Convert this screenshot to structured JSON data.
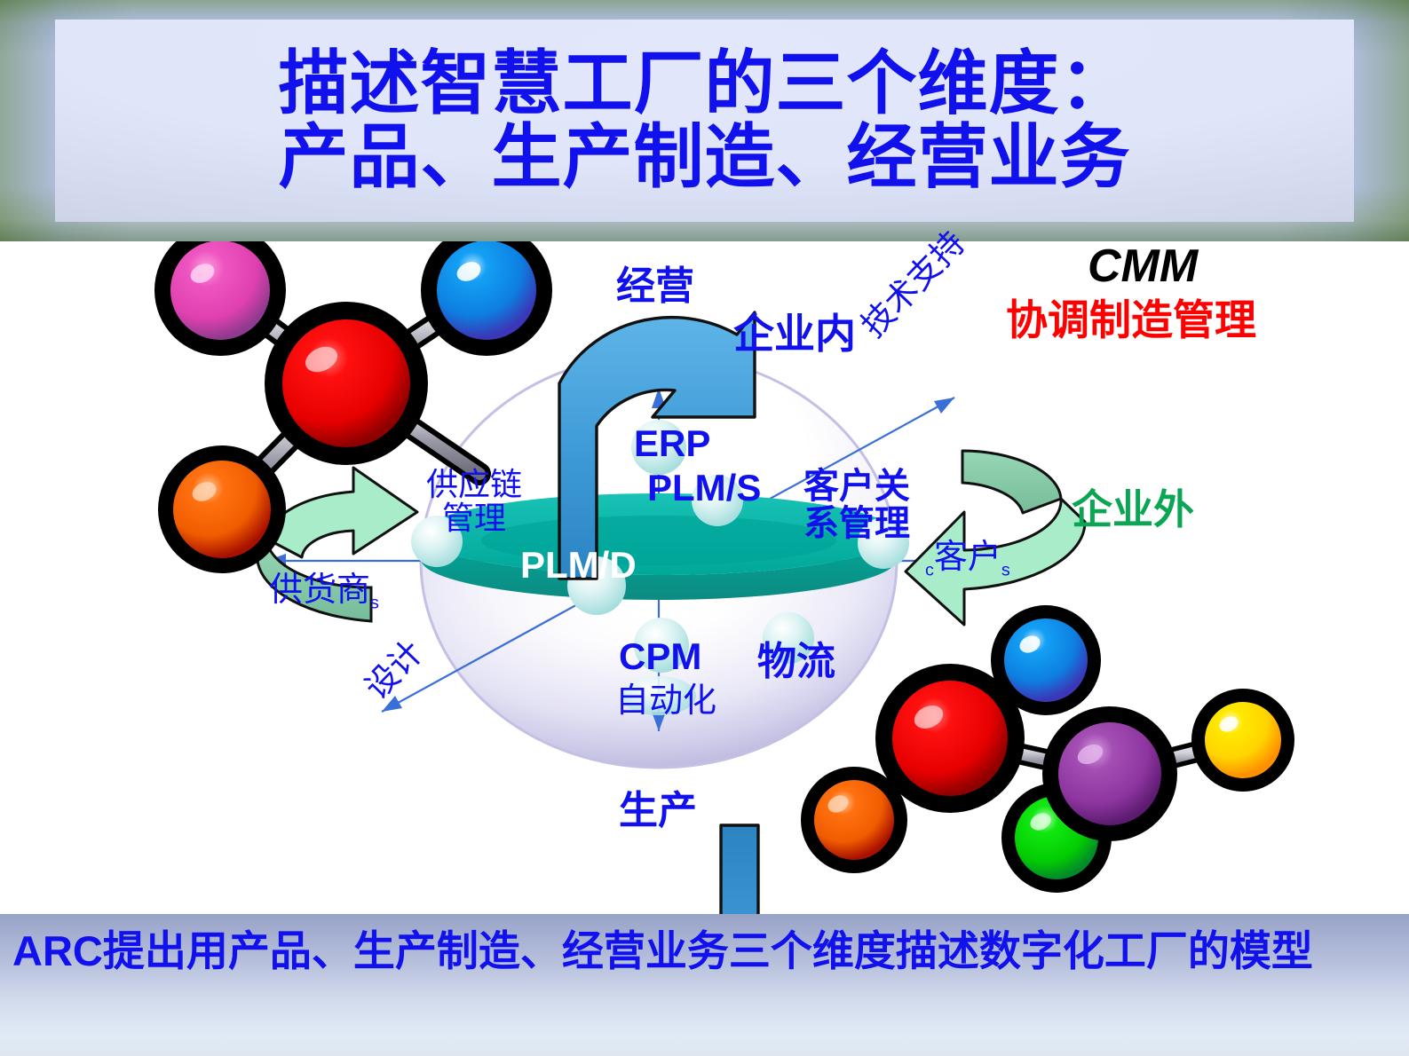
{
  "title": {
    "line1": "描述智慧工厂的三个维度：",
    "line2": "产品、生产制造、经营业务"
  },
  "footer": {
    "text": "ARC提出用产品、生产制造、经营业务三个维度描述数字化工厂的模型"
  },
  "colors": {
    "title_blue": "#1111ee",
    "label_blue": "#1111ee",
    "cmm_black": "#000000",
    "cmm_red": "#ff0000",
    "outside_green": "#0ba554",
    "disc_teal": "#00b3a4",
    "arrow_blue": "#3f9ed8",
    "arrow_green": "#a8e6c8"
  },
  "diagram": {
    "cmm_acronym": "CMM",
    "cmm_chinese": "协调制造管理",
    "top_arrow_label": "经营",
    "inside_enterprise": "企业内",
    "outside_enterprise": "企业外",
    "tech_support": "技术支持",
    "design": "设计",
    "supply_chain_line1": "供应链",
    "supply_chain_line2": "管理",
    "suppliers": "供货商",
    "suppliers_sub": "s",
    "customers_pre_sub": "c",
    "customers": "客户",
    "customers_sub": "s",
    "crm_line1": "客户关",
    "crm_line2": "系管理",
    "erp": "ERP",
    "plm_s": "PLM/S",
    "plm_d": "PLM/D",
    "cpm": "CPM",
    "automation": "自动化",
    "logistics": "物流",
    "production": "生产"
  },
  "molecules": {
    "left": {
      "center_color": "#ee0000",
      "atoms": [
        "#ee55c0",
        "#0d8ef0",
        "#ff6a00"
      ]
    },
    "right": {
      "center_color": "#ee0000",
      "atoms": [
        "#0d8ef0",
        "#ff6a00",
        "#9b3fa8",
        "#00e010",
        "#ffe000"
      ]
    }
  }
}
